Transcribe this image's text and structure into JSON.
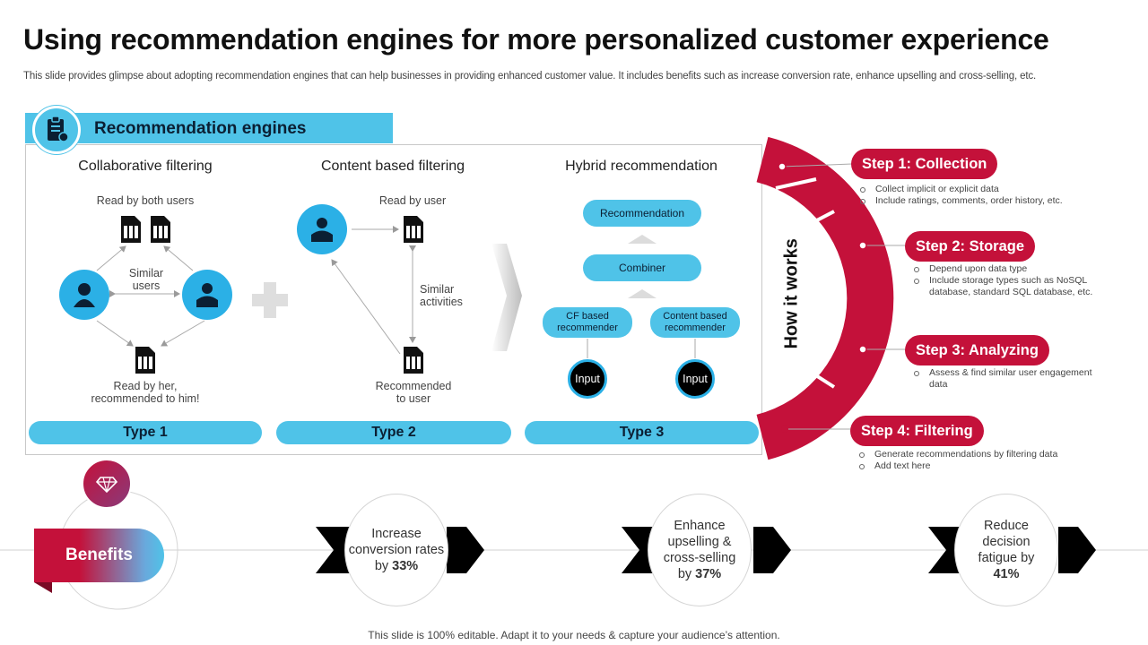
{
  "slide": {
    "title": "Using recommendation engines for more personalized customer experience",
    "subtitle": "This slide provides glimpse about adopting recommendation engines that can help businesses in providing enhanced customer value. It includes benefits such as increase conversion rate, enhance upselling and cross-selling, etc.",
    "footer": "This slide is 100% editable. Adapt it to your needs & capture your audience’s attention."
  },
  "engines": {
    "header": "Recommendation engines",
    "collaborative": {
      "title": "Collaborative filtering",
      "read_both": "Read by both users",
      "similar": "Similar\nusers",
      "read_her": "Read by her,\nrecommended to him!",
      "type": "Type 1"
    },
    "content": {
      "title": "Content based filtering",
      "read_user": "Read by user",
      "similar": "Similar\nactivities",
      "recommended": "Recommended\nto user",
      "type": "Type 2"
    },
    "hybrid": {
      "title": "Hybrid recommendation",
      "recommendation": "Recommendation",
      "combiner": "Combiner",
      "cf": "CF based\nrecommender",
      "cb": "Content based\nrecommender",
      "input1": "Input",
      "input2": "Input",
      "type": "Type 3"
    }
  },
  "how": {
    "label": "How it works",
    "steps": [
      {
        "title": "Step 1: Collection",
        "bullets": [
          "Collect implicit or explicit data",
          "Include ratings, comments, order history, etc."
        ]
      },
      {
        "title": "Step 2: Storage",
        "bullets": [
          "Depend upon data type",
          "Include storage types such as NoSQL database, standard SQL database, etc."
        ]
      },
      {
        "title": "Step 3: Analyzing",
        "bullets": [
          "Assess & find similar user engagement data"
        ]
      },
      {
        "title": "Step 4: Filtering",
        "bullets": [
          "Generate recommendations by filtering data",
          "Add text here"
        ]
      }
    ]
  },
  "benefits": {
    "label": "Benefits",
    "items": [
      {
        "text": "Increase conversion rates by ",
        "value": "33%"
      },
      {
        "text": "Enhance upselling & cross-selling by ",
        "value": "37%"
      },
      {
        "text": "Reduce decision fatigue by ",
        "value": "41%"
      }
    ]
  },
  "colors": {
    "accent_blue": "#4fc3e8",
    "accent_red": "#c4113a"
  }
}
